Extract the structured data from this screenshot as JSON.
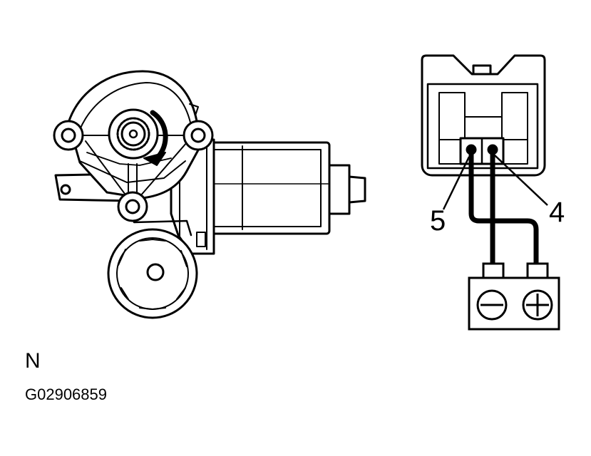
{
  "labels": {
    "pin_5": "5",
    "pin_4": "4",
    "view_letter": "N",
    "figure_id": "G02906859"
  },
  "battery": {
    "negative_symbol": "minus-icon",
    "positive_symbol": "plus-icon"
  },
  "rotation_arrow": "curved-arrow-icon",
  "colors": {
    "line": "#000000",
    "background": "#ffffff"
  }
}
